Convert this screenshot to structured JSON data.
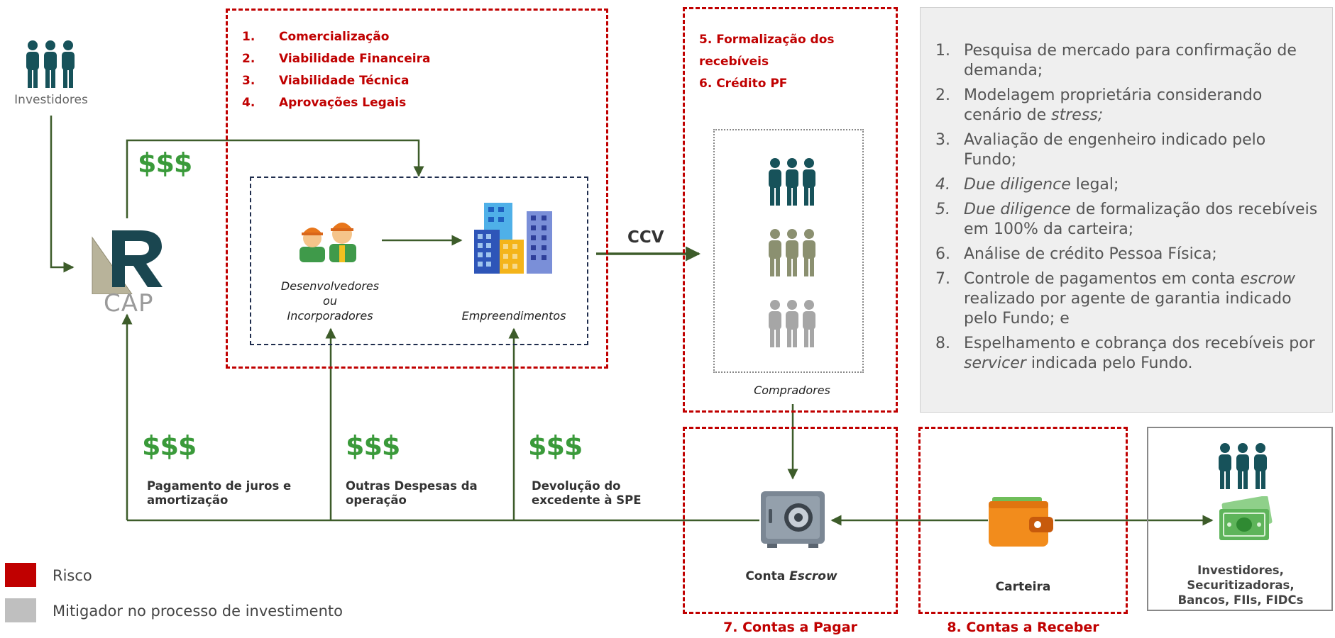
{
  "investidores_label": "Investidores",
  "rcap_logo_text": "CAP",
  "money_symbol": "$$$",
  "risk_box_1": {
    "items": [
      {
        "num": "1.",
        "label": "Comercialização"
      },
      {
        "num": "2.",
        "label": "Viabilidade Financeira"
      },
      {
        "num": "3.",
        "label": "Viabilidade Técnica"
      },
      {
        "num": "4.",
        "label": "Aprovações Legais"
      }
    ]
  },
  "risk_box_2": {
    "line1": "5. Formalização dos",
    "line2": "recebíveis",
    "line3": "6. Crédito PF"
  },
  "developers": {
    "line1": "Desenvolvedores",
    "line2": "ou",
    "line3": "Incorporadores"
  },
  "projects_label": "Empreendimentos",
  "ccv_label": "CCV",
  "buyers_label": "Compradores",
  "mitigators": [
    {
      "num": "1.",
      "italic_num": false,
      "parts": [
        {
          "t": "Pesquisa de mercado para confirmação de demanda;",
          "i": false
        }
      ]
    },
    {
      "num": "2.",
      "italic_num": false,
      "parts": [
        {
          "t": "Modelagem proprietária considerando cenário de ",
          "i": false
        },
        {
          "t": "stress;",
          "i": true
        }
      ]
    },
    {
      "num": "3.",
      "italic_num": false,
      "parts": [
        {
          "t": "Avaliação de engenheiro indicado pelo Fundo;",
          "i": false
        }
      ]
    },
    {
      "num": "4.",
      "italic_num": true,
      "parts": [
        {
          "t": "Due diligence",
          "i": true
        },
        {
          "t": " legal;",
          "i": false
        }
      ]
    },
    {
      "num": "5.",
      "italic_num": true,
      "parts": [
        {
          "t": "Due diligence",
          "i": true
        },
        {
          "t": " de formalização dos recebíveis em 100% da carteira;",
          "i": false
        }
      ]
    },
    {
      "num": "6.",
      "italic_num": false,
      "parts": [
        {
          "t": "Análise de crédito Pessoa Física;",
          "i": false
        }
      ]
    },
    {
      "num": "7.",
      "italic_num": false,
      "parts": [
        {
          "t": "Controle de pagamentos em conta ",
          "i": false
        },
        {
          "t": "escrow",
          "i": true
        },
        {
          "t": " realizado por agente de garantia indicado pelo Fundo; e",
          "i": false
        }
      ]
    },
    {
      "num": "8.",
      "italic_num": false,
      "parts": [
        {
          "t": "Espelhamento e cobrança dos recebíveis por ",
          "i": false
        },
        {
          "t": "servicer",
          "i": true
        },
        {
          "t": " indicada pelo Fundo.",
          "i": false
        }
      ]
    }
  ],
  "flows": {
    "juros": {
      "line1": "Pagamento de juros e",
      "line2": "amortização"
    },
    "despesas": {
      "line1": "Outras Despesas da",
      "line2": "operação"
    },
    "devolucao": {
      "line1": "Devolução do",
      "line2": "excedente à SPE"
    }
  },
  "escrow": {
    "prefix": "Conta ",
    "italic": "Escrow",
    "box_label": "7. Contas a Pagar"
  },
  "carteira": {
    "label": "Carteira",
    "box_label": "8. Contas a Receber"
  },
  "final_investors": {
    "line1": "Investidores,",
    "line2": "Securitizadoras,",
    "line3": "Bancos, FIIs, FIDCs"
  },
  "legend": [
    {
      "label": "Risco",
      "color": "#c00000"
    },
    {
      "label": "Mitigador no processo de investimento",
      "color": "#bfbfbf"
    }
  ],
  "colors": {
    "arrow": "#3d5c2a",
    "risk": "#c00000",
    "money": "#3a9a3a",
    "people_dark": "#17525a",
    "people_olive": "#8b9070",
    "people_grey": "#a6a6a6"
  }
}
